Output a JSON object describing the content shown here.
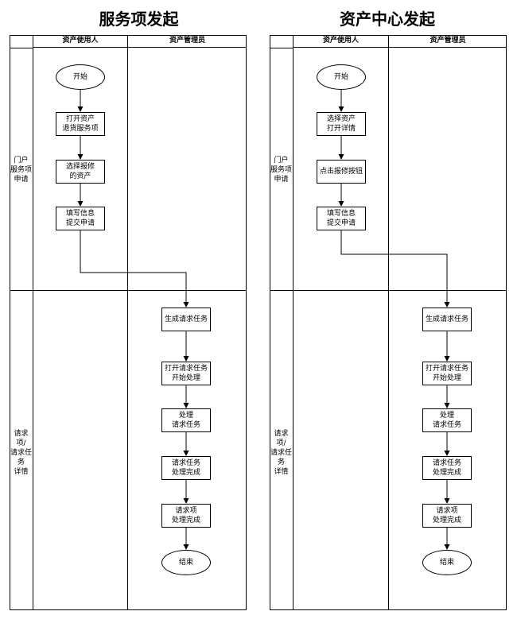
{
  "left": {
    "title": "服务项发起",
    "columns": [
      "资产使用人",
      "资产管理员"
    ],
    "lanes": [
      "门户\n服务项\n申请",
      "请求\n项/\n请求任\n务\n详情"
    ],
    "nodes": {
      "start": "开始",
      "n1": "打开资产\n退货服务项",
      "n2": "选择报修\n的资产",
      "n3": "填写信息\n提交申请",
      "n4": "生成请求任务",
      "n5": "打开请求任务\n开始处理",
      "n6": "处理\n请求任务",
      "n7": "请求任务\n处理完成",
      "n8": "请求项\n处理完成",
      "end": "结束"
    }
  },
  "right": {
    "title": "资产中心发起",
    "columns": [
      "资产使用人",
      "资产管理员"
    ],
    "lanes": [
      "门户\n服务项\n申请",
      "请求\n项/\n请求任\n务\n详情"
    ],
    "nodes": {
      "start": "开始",
      "n1": "选择资产\n打开详情",
      "n2": "点击报修按钮",
      "n3": "填写信息\n提交申请",
      "n4": "生成请求任务",
      "n5": "打开请求任务\n开始处理",
      "n6": "处理\n请求任务",
      "n7": "请求任务\n处理完成",
      "n8": "请求项\n处理完成",
      "end": "结束"
    }
  }
}
